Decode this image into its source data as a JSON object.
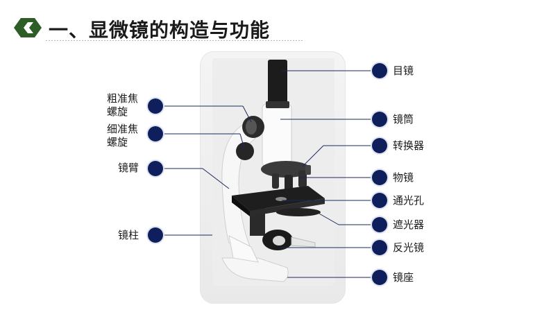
{
  "title": "一、显微镜的构造与功能",
  "colors": {
    "dot": "#0e1f5c",
    "hex": "#2e5e25",
    "line": "#1a2a5a"
  },
  "icons": {
    "header": "hexagon-chevron-icon"
  },
  "labels_right": {
    "eyepiece": "目镜",
    "tube": "镜筒",
    "revolver": "转换器",
    "objective": "物镜",
    "aperture": "通光孔",
    "diaphragm": "遮光器",
    "mirror": "反光镜",
    "base": "镜座"
  },
  "labels_left": {
    "coarse": "粗准焦\n螺旋",
    "fine": "细准焦\n螺旋",
    "arm": "镜臂",
    "pillar": "镜柱"
  }
}
